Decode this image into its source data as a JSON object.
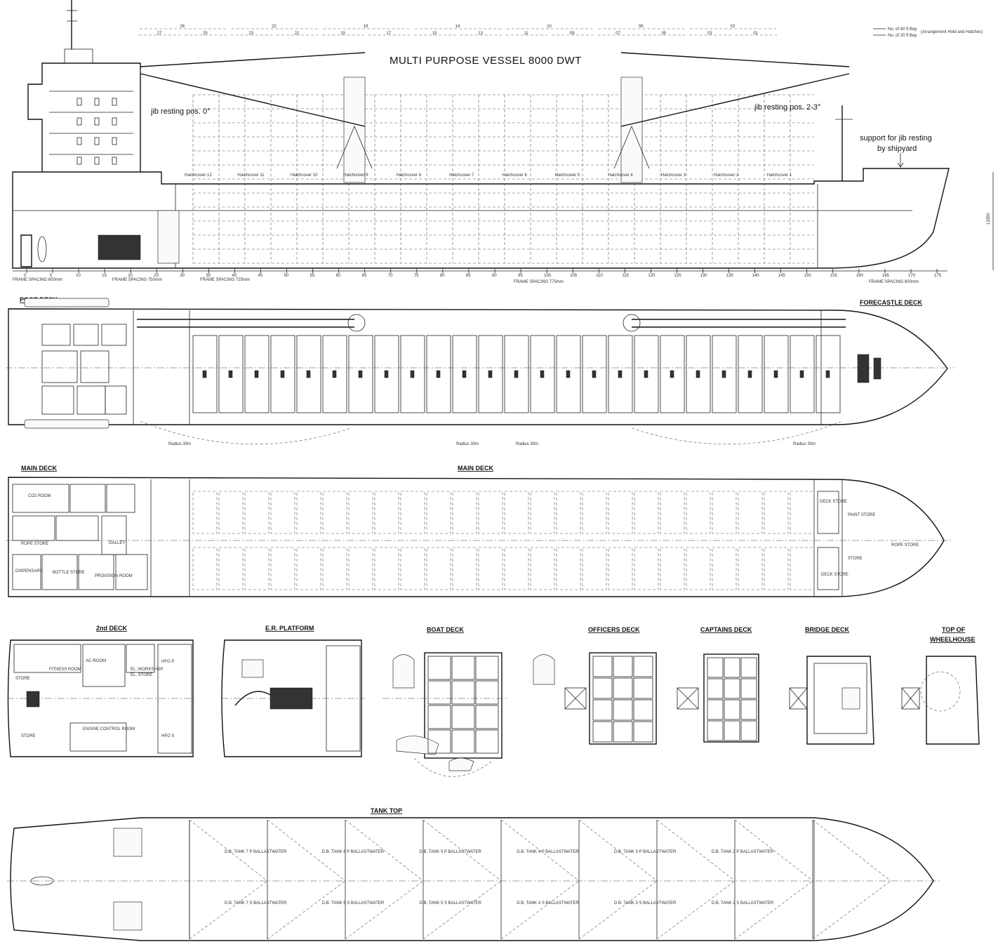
{
  "title": "MULTI PURPOSE VESSEL 8000 DWT",
  "legend": {
    "bay40": "No. of 40 ft Bay",
    "bay20": "No. of 20 ft Bay",
    "arrangement": "(Arrangement  Hold and Hatches)"
  },
  "bays40": [
    "26",
    "22",
    "18",
    "14",
    "10",
    "06",
    "02"
  ],
  "bays20": [
    "27",
    "25",
    "23",
    "21",
    "19",
    "17",
    "15",
    "13",
    "11",
    "09",
    "07",
    "05",
    "03",
    "01"
  ],
  "notes": {
    "jib_aft": "jib resting pos. 0°",
    "jib_fwd": "jib resting pos. 2-3°",
    "support": "support for jib resting",
    "support2": "by shipyard"
  },
  "dimension": "13350",
  "frame_numbers": [
    "0",
    "5",
    "10",
    "15",
    "20",
    "25",
    "30",
    "35",
    "40",
    "45",
    "50",
    "55",
    "60",
    "65",
    "70",
    "75",
    "80",
    "85",
    "90",
    "95",
    "100",
    "105",
    "110",
    "115",
    "120",
    "125",
    "130",
    "135",
    "140",
    "145",
    "150",
    "155",
    "160",
    "165",
    "170",
    "175"
  ],
  "frame_spacing": {
    "aft": "FRAME SPACING 600mm",
    "mid1": "FRAME SPACING 750mm",
    "mid2": "FRAME SPACING 725mm",
    "mid3": "FRAME SPACING 775mm",
    "fwd": "FRAME SPACING 600mm"
  },
  "hatch_covers": [
    "Hatchcover 12",
    "Hatchcover 11",
    "Hatchcover 10",
    "Hatchcover 9",
    "Hatchcover 8",
    "Hatchcover 7",
    "Hatchcover 6",
    "Hatchcover 5",
    "Hatchcover 4",
    "Hatchcover 3",
    "Hatchcover 2",
    "Hatchcover 1"
  ],
  "decks": {
    "poop": "POOP DECK",
    "forecastle": "FORECASTLE DECK",
    "main_left": "MAIN DECK",
    "main_center": "MAIN DECK",
    "second": "2nd DECK",
    "er_platform": "E.R. PLATFORM",
    "boat": "BOAT DECK",
    "officers": "OFFICERS DECK",
    "captains": "CAPTAINS DECK",
    "bridge": "BRIDGE DECK",
    "top1": "TOP OF",
    "top2": "WHEELHOUSE",
    "tank_top": "TANK TOP"
  },
  "radius_labels": [
    "Radius 30m",
    "Radius 30m",
    "Radius 30m",
    "Radius 30m"
  ],
  "main_deck_rooms": [
    "CO2 ROOM",
    "GALLEY",
    "ROPE STORE",
    "DISPENSARY",
    "BOTTLE STORE",
    "PROVISION ROOM",
    "DECK STORE",
    "PAINT STORE",
    "ROPE STORE",
    "STORE",
    "DECK STORE"
  ],
  "second_deck_rooms": [
    "STORE",
    "FITNESS ROOM",
    "AC-ROOM",
    "EL. WORKSHOP",
    "EL. STORE",
    "ENGINE CONTROL ROOM",
    "STORE",
    "HFO P",
    "HFO S"
  ],
  "tank_top_tanks": [
    "D.B. TANK 7 P BALLASTWATER",
    "D.B. TANK 6 P BALLASTWATER",
    "D.B. TANK 5 P BALLASTWATER",
    "D.B. TANK 4 P BALLASTWATER",
    "D.B. TANK 3 P BALLASTWATER",
    "D.B. TANK 2 P BALLASTWATER",
    "D.B. TANK 7 S BALLASTWATER",
    "D.B. TANK 6 S BALLASTWATER",
    "D.B. TANK 5 S BALLASTWATER",
    "D.B. TANK 4 S BALLASTWATER",
    "D.B. TANK 3 S BALLASTWATER",
    "D.B. TANK 2 S BALLASTWATER"
  ]
}
